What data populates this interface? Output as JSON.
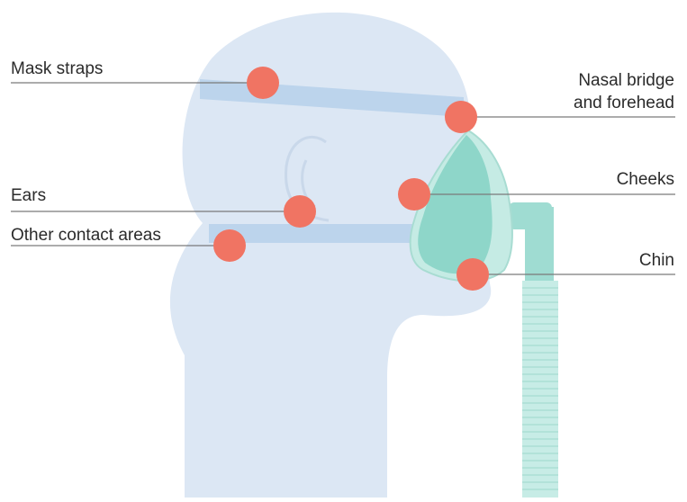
{
  "labels": {
    "mask_straps": "Mask straps",
    "nasal_bridge_line1": "Nasal bridge",
    "nasal_bridge_line2": "and forehead",
    "ears": "Ears",
    "cheeks": "Cheeks",
    "other_contact": "Other contact areas",
    "chin": "Chin"
  },
  "colors": {
    "head": "#dce7f4",
    "strap": "#bcd4ec",
    "mask": "#8ed6c9",
    "tube": "#9fdcd2",
    "dot": "#f07463",
    "leader": "#7a7a7a"
  }
}
